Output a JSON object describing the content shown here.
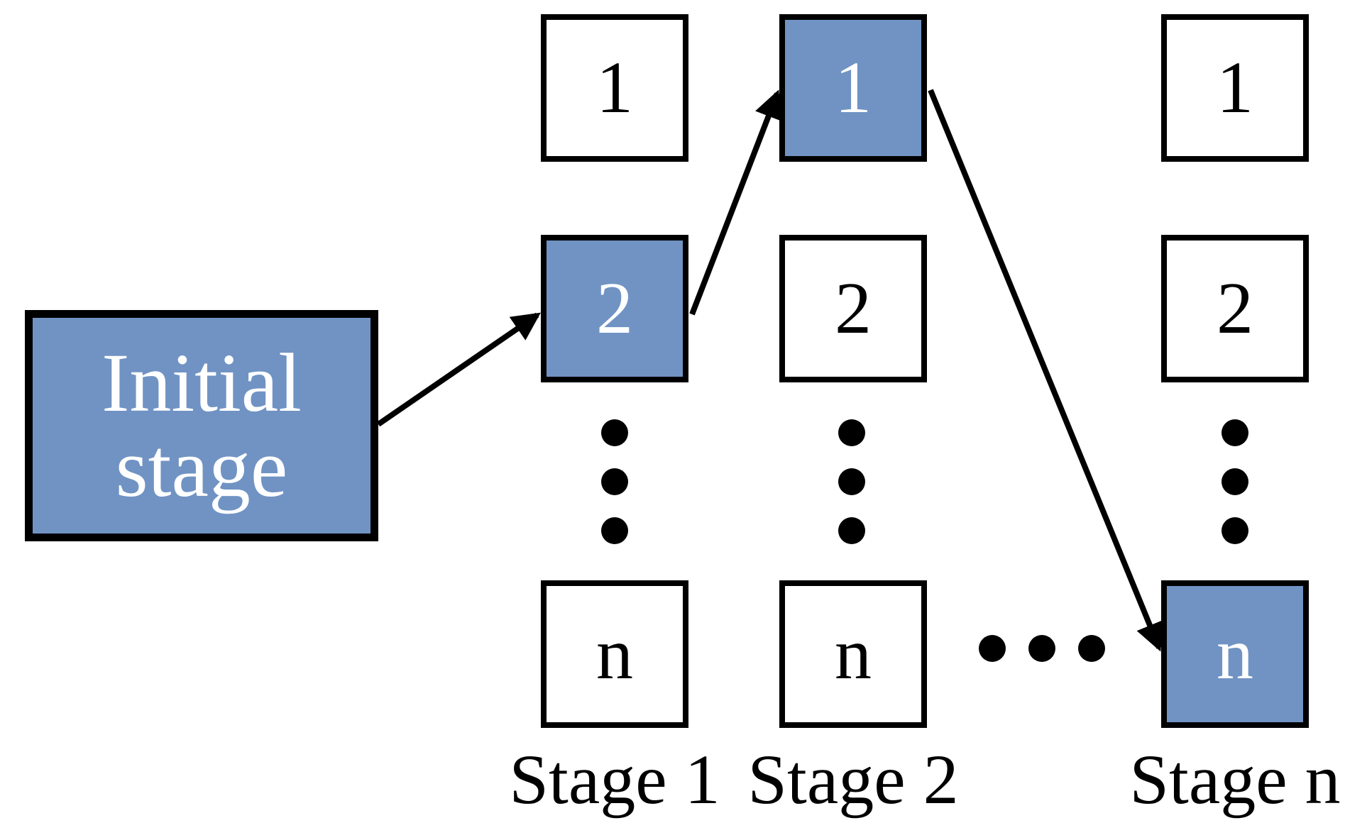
{
  "figure": {
    "colors": {
      "highlight": "#7093C4",
      "ink": "#000000",
      "paper": "#FFFFFF",
      "text_on_highlight": "#FFFFFF"
    },
    "initial_box": {
      "lines": [
        "Initial",
        "stage"
      ]
    },
    "stages": [
      {
        "label": "Stage 1",
        "nodes": [
          "1",
          "2",
          "n"
        ],
        "highlighted_node": "2"
      },
      {
        "label": "Stage 2",
        "nodes": [
          "1",
          "2",
          "n"
        ],
        "highlighted_node": "1"
      },
      {
        "label": "Stage n",
        "nodes": [
          "1",
          "2",
          "n"
        ],
        "highlighted_node": "n"
      }
    ],
    "path_arrows": [
      {
        "from": "initial-stage-box",
        "to": "stage1-node-2"
      },
      {
        "from": "stage1-node-2",
        "to": "stage2-node-1"
      },
      {
        "from": "stage2-node-1",
        "to": "stagen-node-n"
      }
    ]
  }
}
